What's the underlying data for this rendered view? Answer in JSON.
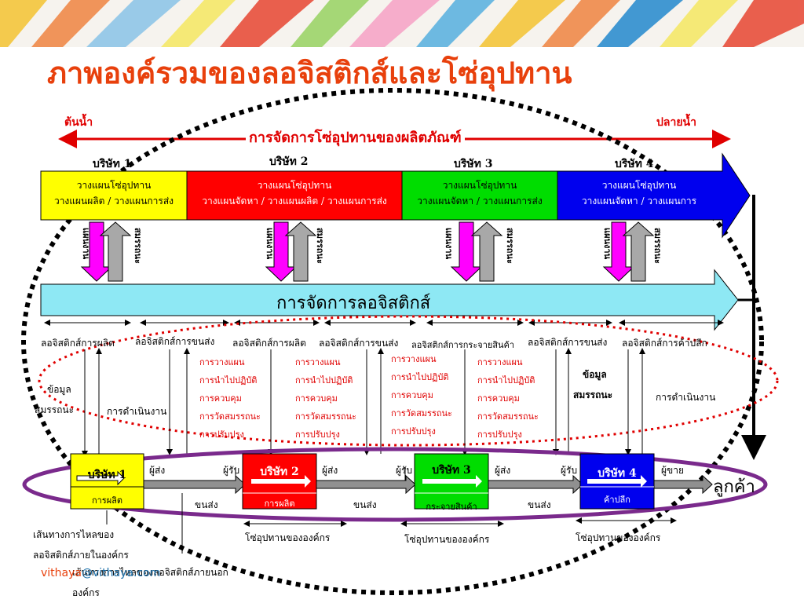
{
  "title": "ภาพองค์รวมของลอจิสติกส์และโซ่อุปทาน",
  "upstream": "ต้นน้ำ",
  "downstream": "ปลายน้ำ",
  "scm_label": "การจัดการโซ่อุปทานของผลิตภัณฑ์",
  "logistics_label": "การจัดการลอจิสติกส์",
  "companies": [
    {
      "name": "บริษัท 1",
      "plan1": "วางแผนโซ่อุปทาน",
      "plan2": "วางแผนผลิต / วางแผนการส่ง",
      "bottom_title": "บริษัท 1",
      "bottom_sub": "การผลิต"
    },
    {
      "name": "บริษัท 2",
      "plan1": "วางแผนโซ่อุปทาน",
      "plan2": "วางแผนจัดหา / วางแผนผลิต / วางแผนการส่ง",
      "bottom_title": "บริษัท 2",
      "bottom_sub": "การผลิต"
    },
    {
      "name": "บริษัท 3",
      "plan1": "วางแผนโซ่อุปทาน",
      "plan2": "วางแผนจัดหา / วางแผนการส่ง",
      "bottom_title": "บริษัท 3",
      "bottom_sub": "กระจายสินค้า"
    },
    {
      "name": "บริษัท 4",
      "plan1": "วางแผนโซ่อุปทาน",
      "plan2": "วางแผนจัดหา / วางแผนการ",
      "bottom_title": "บริษัท 4",
      "bottom_sub": "ค้าปลีก"
    }
  ],
  "arrow_labels": {
    "plan": "แผนงาน",
    "capability": "สมรรถนะ"
  },
  "logistics_types": [
    "ลอจิสติกส์การผลิต",
    "ลอจิสติกส์การขนส่ง",
    "ลอจิสติกส์การผลิต",
    "ลอจิสติกส์การขนส่ง",
    "ลอจิสติกส์การกระจายสินค้า",
    "ลอจิสติกส์การขนส่ง",
    "ลอจิสติกส์การค้าปลีก"
  ],
  "info_left": [
    "ข้อมูล",
    "สมรรถนะ"
  ],
  "operation_left": "การดำเนินงาน",
  "info_right": [
    "ข้อมูล",
    "สมรรถนะ"
  ],
  "operation_right": "การดำเนินงาน",
  "red_lists": [
    [
      "การวางแผน",
      "การนำไปปฏิบัติ",
      "การควบคุม",
      "การวัดสมรรถนะ",
      "การปรับปรุง"
    ],
    [
      "การวางแผน",
      "การนำไปปฏิบัติ",
      "การควบคุม",
      "การวัดสมรรถนะ",
      "การปรับปรุง"
    ],
    [
      "การวางแผน",
      "การนำไปปฏิบัติ",
      "การควบคุม",
      "การวัดสมรรถนะ",
      "การปรับปรุง"
    ],
    [
      "การวางแผน",
      "การนำไปปฏิบัติ",
      "การควบคุม",
      "การวัดสมรรถนะ",
      "การปรับปรุง"
    ]
  ],
  "flow_labels": {
    "sender": "ผู้ส่ง",
    "receiver": "ผู้รับ",
    "seller": "ผู้ขาย",
    "transport": "ขนส่ง",
    "customer": "ลูกค้า"
  },
  "internal_flow": [
    "เส้นทางการไหลของ",
    "ลอจิสติกส์ภายในองค์กร"
  ],
  "external_flow": [
    "เส้นทางการไหลของลอจิสติกส์ภายนอก",
    "องค์กร"
  ],
  "org_chain": "โซ่อุปทานขององค์กร",
  "footer": {
    "name": "vithaya",
    "at": "@",
    "site": "vithaya.com"
  },
  "colors": {
    "yellow": "#ffff00",
    "red": "#ff0000",
    "green": "#00dd00",
    "blue": "#0000ee",
    "cyan": "#8ee8f4",
    "magenta": "#ff00ff",
    "purple": "#7a2a8c",
    "title": "#e8400c"
  }
}
